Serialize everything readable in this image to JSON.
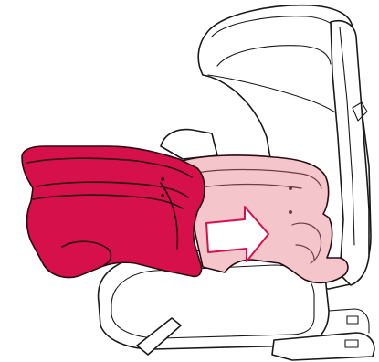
{
  "diagram": {
    "colors": {
      "background": "#ffffff",
      "line": "#1a1a1a",
      "cushion_removed": "#d6104a",
      "cushion_installed": "#f4c6cb",
      "arrow_fill": "#ffffff",
      "arrow_outline": "#d6104a"
    },
    "parts": [
      "seat-back",
      "seat-base",
      "impact-shield-removed",
      "impact-shield-installed",
      "direction-arrow"
    ]
  }
}
